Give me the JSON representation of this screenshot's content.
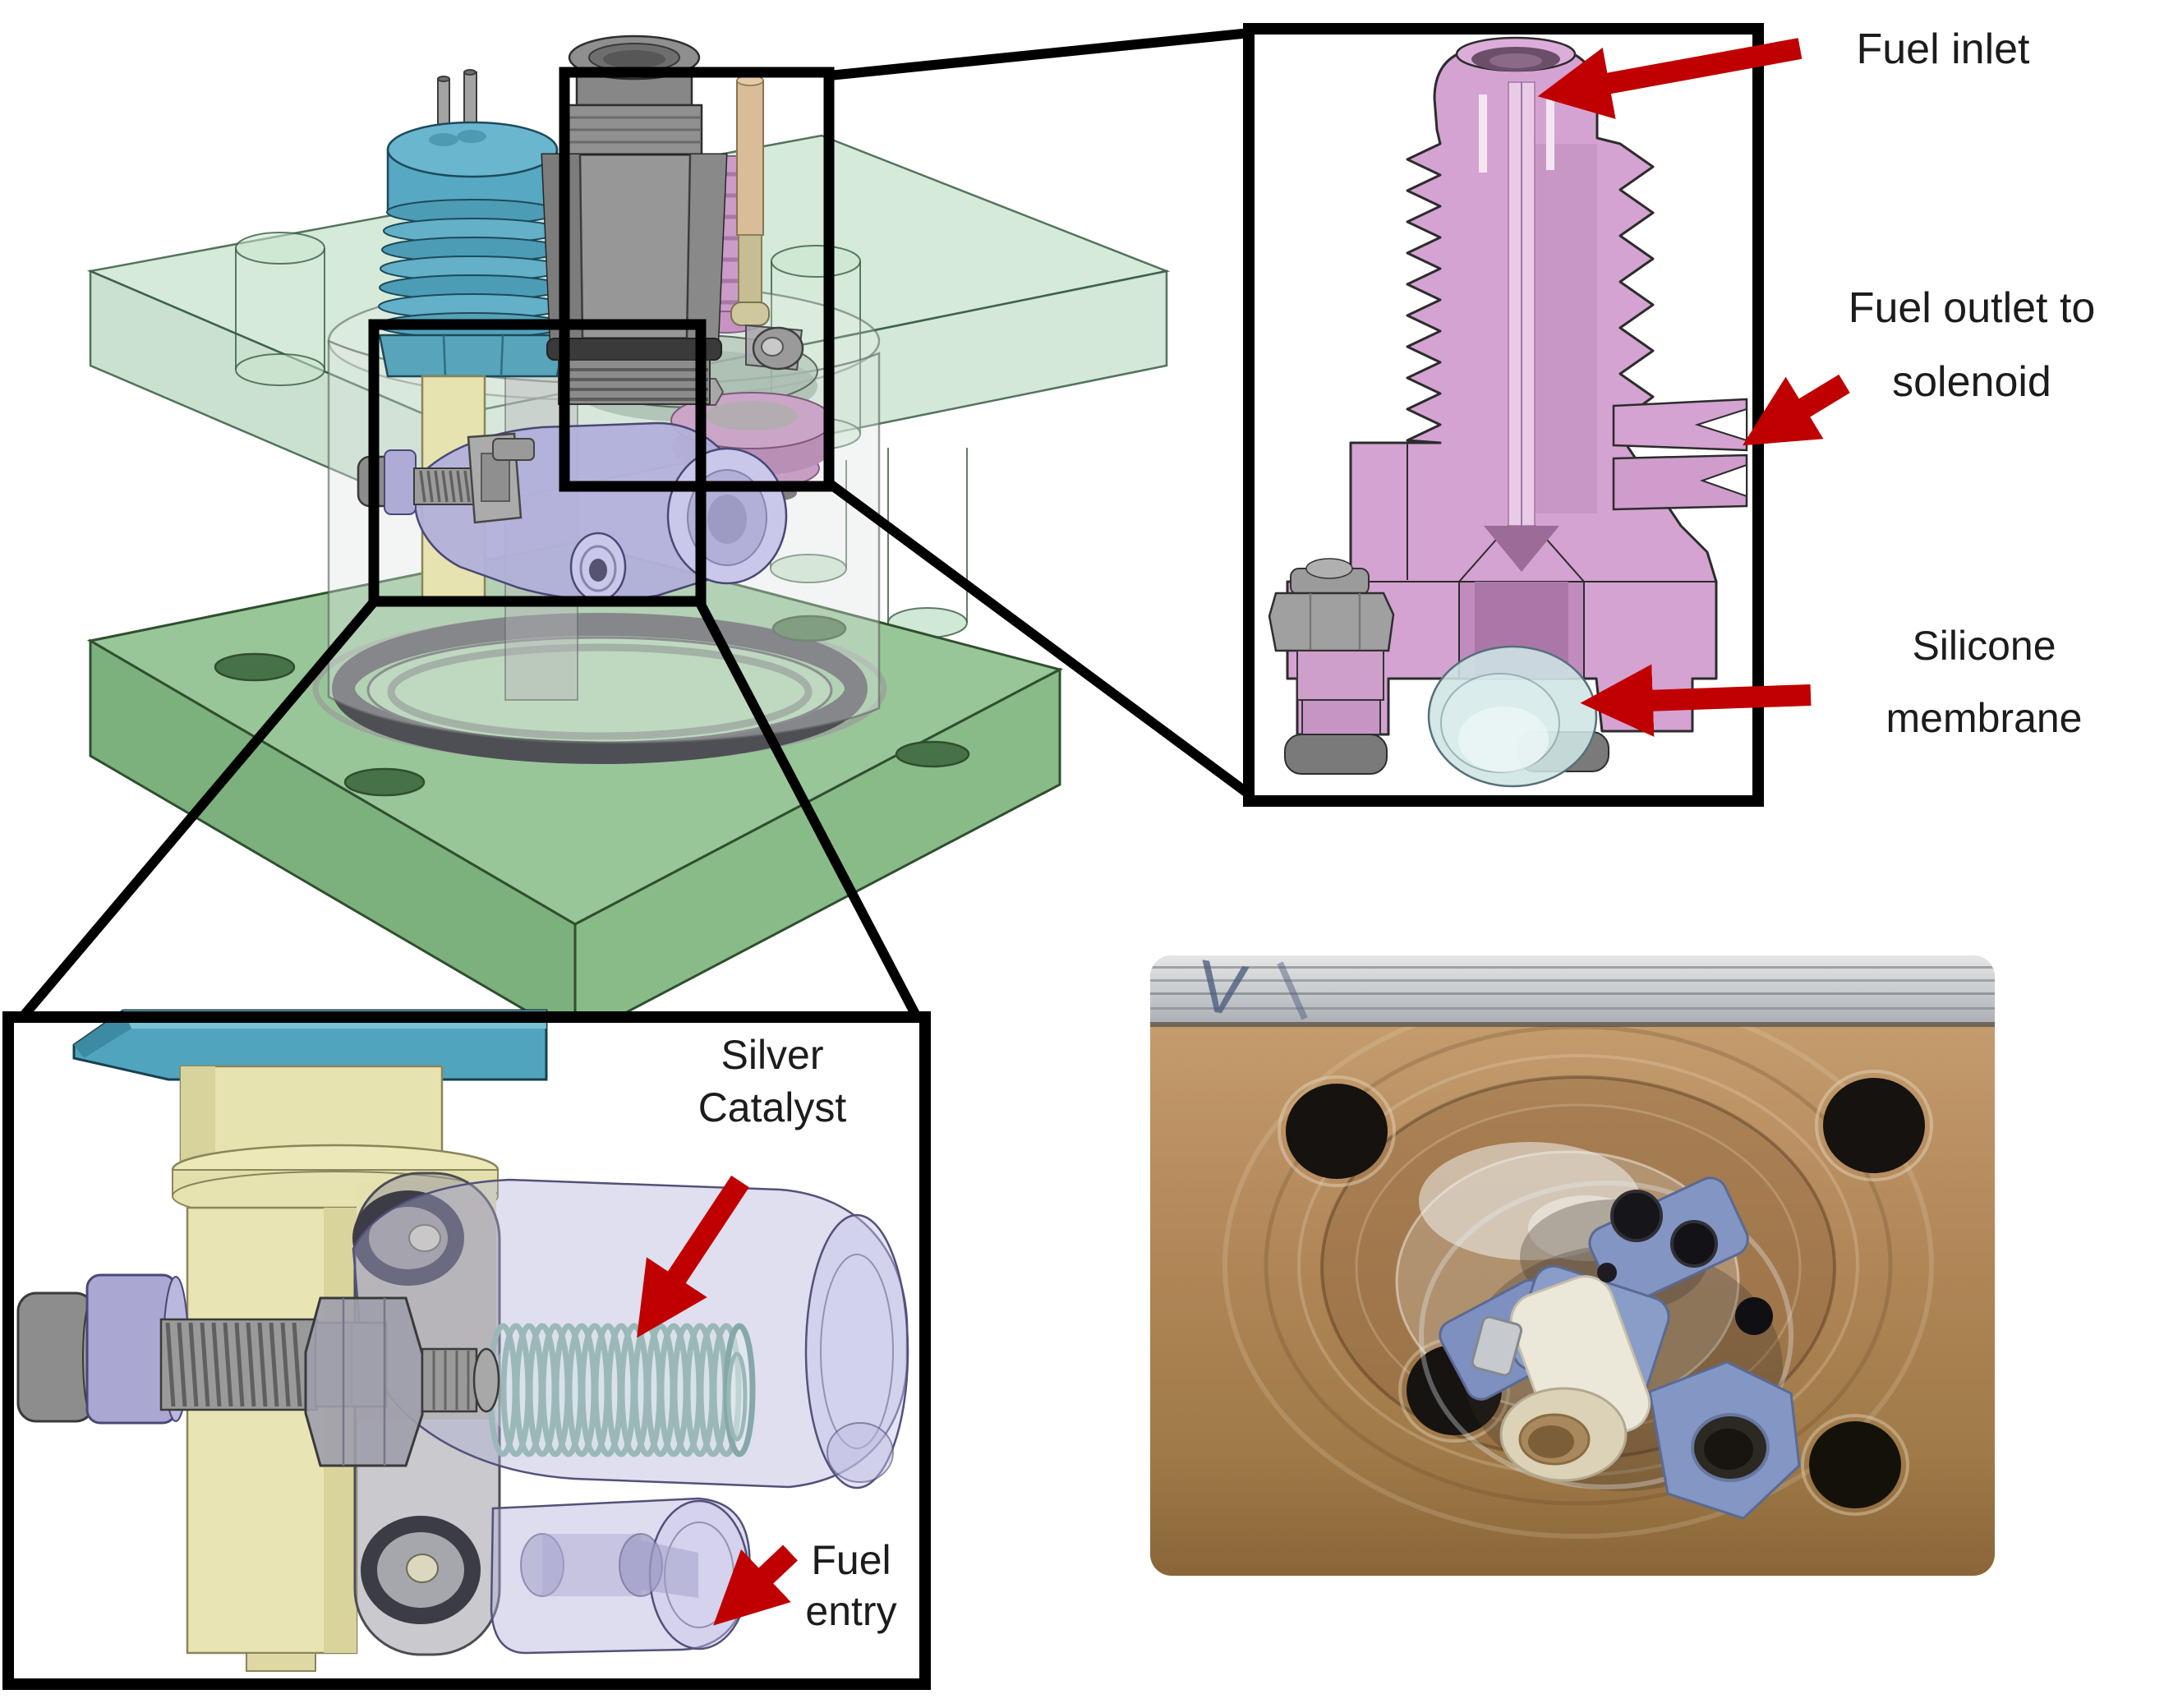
{
  "figure": {
    "callouts": {
      "fuel_inlet": "Fuel inlet",
      "fuel_outlet_line1": "Fuel outlet to",
      "fuel_outlet_line2": "solenoid",
      "membrane_line1": "Silicone",
      "membrane_line2": "membrane",
      "catalyst_line1": "Silver",
      "catalyst_line2": "Catalyst",
      "fuel_entry_line1": "Fuel",
      "fuel_entry_line2": "entry"
    },
    "photo_marking": "V",
    "colors": {
      "arrow_red": "#C00000",
      "outline_black": "#000000",
      "plate_green_opaque": "#98c698",
      "plate_green_translucent": "#aed6b6",
      "solenoid_teal": "#57a8c2",
      "fitting_gray": "#979797",
      "inlet_pink": "#d4a3d2",
      "valve_lavender": "#b2b0d8",
      "membrane_cyan": "#cfe5e5",
      "catalyst_coil_silver": "#9bb8b8",
      "body_cream": "#e7e3b0",
      "photo_brass": "#b08a58"
    }
  }
}
